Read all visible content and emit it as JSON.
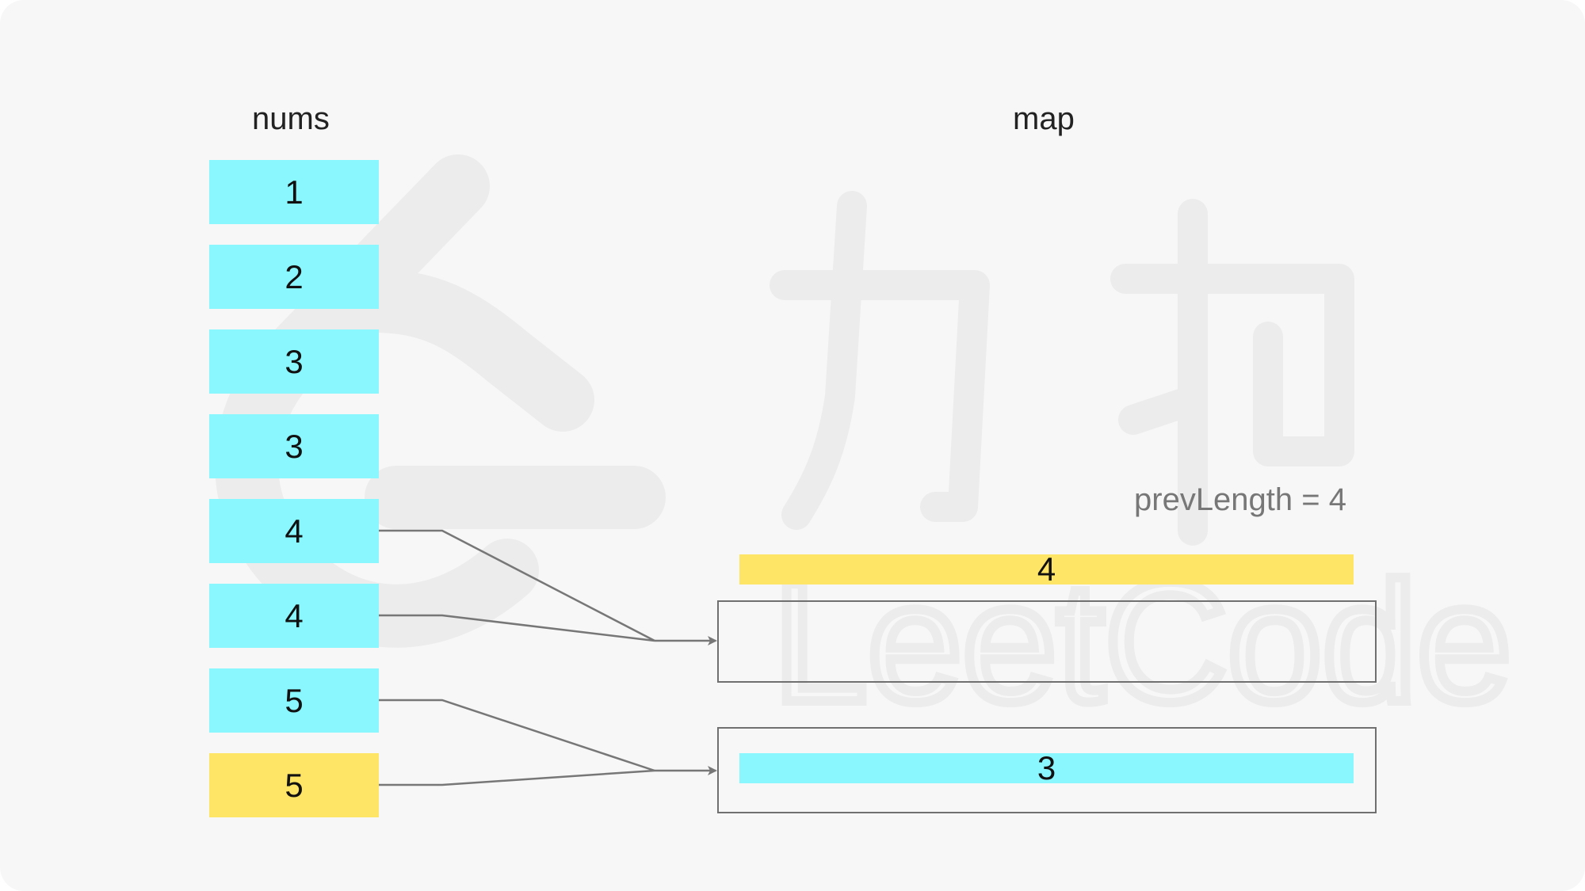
{
  "colors": {
    "background": "#f7f7f7",
    "cyan": "#89f7fd",
    "yellow": "#ffe566",
    "line": "#777777",
    "watermark": "#ececec"
  },
  "nums": {
    "title": "nums",
    "items": [
      {
        "value": "1",
        "color": "cyan"
      },
      {
        "value": "2",
        "color": "cyan"
      },
      {
        "value": "3",
        "color": "cyan"
      },
      {
        "value": "3",
        "color": "cyan"
      },
      {
        "value": "4",
        "color": "cyan"
      },
      {
        "value": "4",
        "color": "cyan"
      },
      {
        "value": "5",
        "color": "cyan"
      },
      {
        "value": "5",
        "color": "yellow"
      }
    ]
  },
  "map": {
    "title": "map",
    "prev_length_label": "prevLength = 4",
    "top_bar_value": "4",
    "bucket_bottom_value": "3"
  },
  "watermark": {
    "text": "LeetCode",
    "chars": "力扣"
  }
}
